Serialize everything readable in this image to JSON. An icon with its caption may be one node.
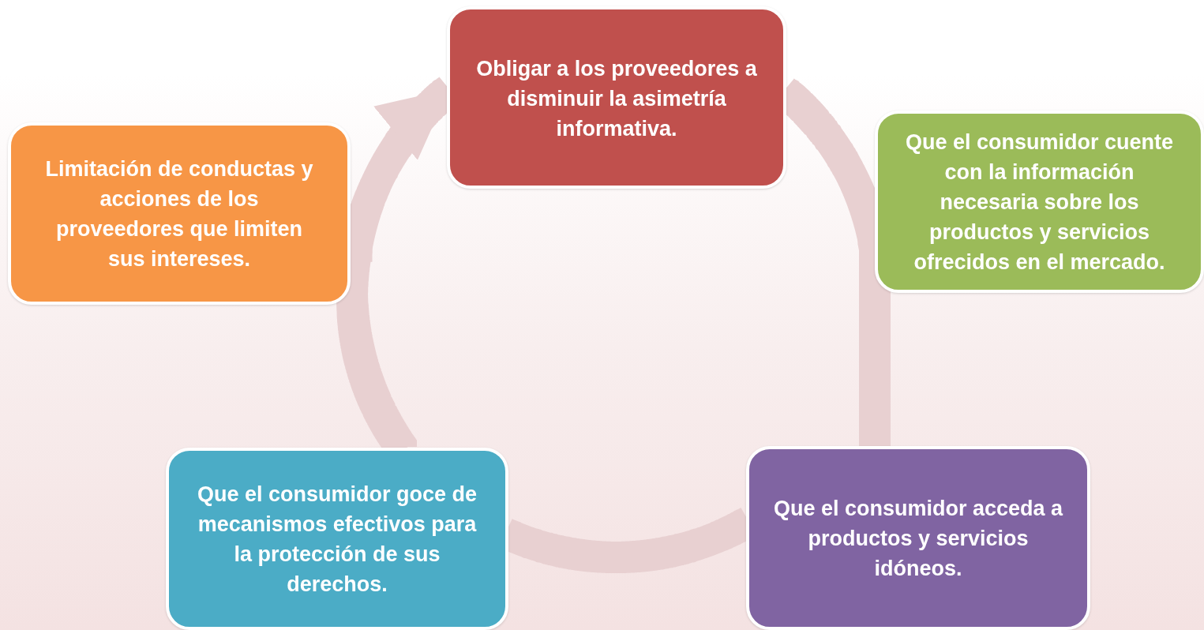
{
  "diagram": {
    "nodes": [
      {
        "text": [
          "Obligar a los proveedores a disminuir la asimetría informativa."
        ]
      },
      {
        "text": [
          "Que el consumidor cuente con la información necesaria sobre los productos y servicios ofrecidos en el mercado."
        ]
      },
      {
        "text": [
          "Que el consumidor acceda a productos y servicios idóneos."
        ]
      },
      {
        "text": [
          "Que el consumidor goce de mecanismos efectivos para la protección de sus derechos."
        ]
      },
      {
        "text": [
          "Limitación de conductas y acciones de los proveedores que limiten sus intereses."
        ]
      }
    ],
    "edges": [
      {
        "from": 0,
        "to": 1,
        "arrow": "none"
      },
      {
        "from": 1,
        "to": 2,
        "arrow": "none"
      },
      {
        "from": 2,
        "to": 3,
        "arrow": "none"
      },
      {
        "from": 3,
        "to": 4,
        "arrow": "none"
      },
      {
        "from": 4,
        "to": 0,
        "arrow": "to"
      }
    ]
  }
}
